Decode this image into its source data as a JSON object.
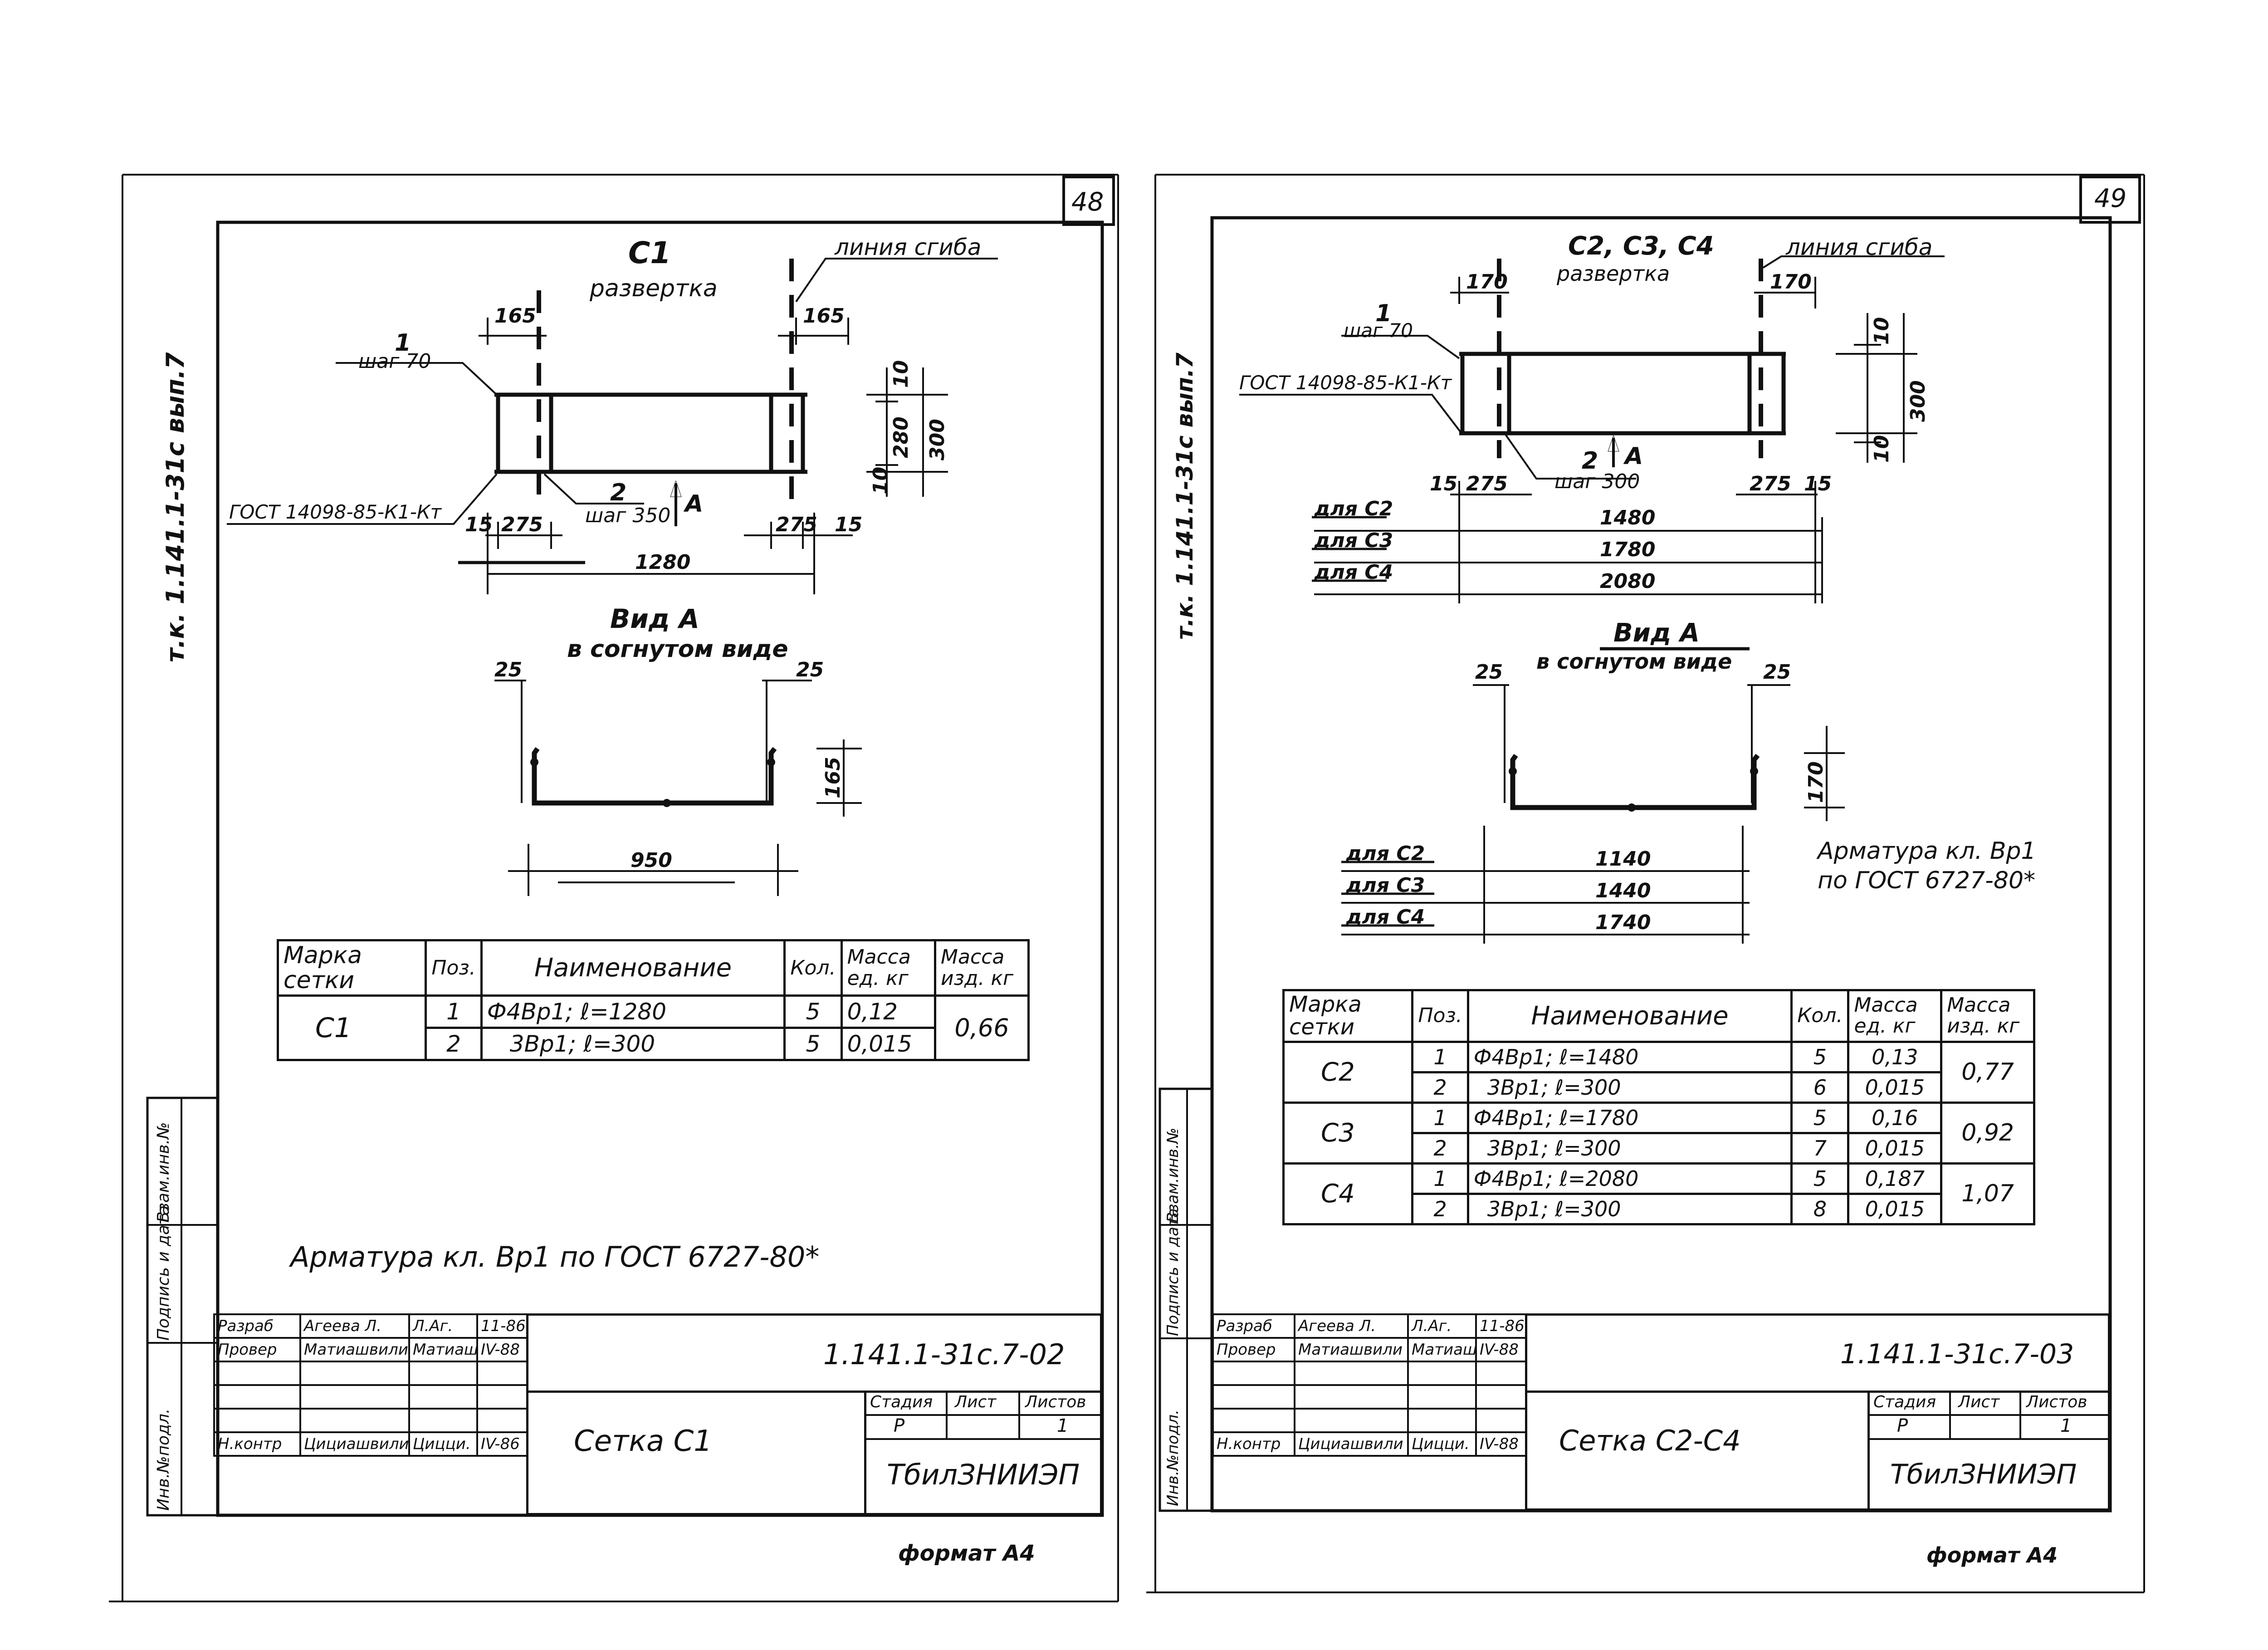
{
  "sheets": [
    {
      "page_no": "48",
      "side_code": "т.к. 1.141.1-31с вып.7",
      "title": "С1",
      "subtitle": "развертка",
      "bend_line": "линия сгиба",
      "pos1": "1",
      "pos1_step": "шаг 70",
      "pos2": "2",
      "pos2_step": "шаг 350",
      "gost_weld": "ГОСТ 14098-85-К1-Кт",
      "arrow_label": "А",
      "dims": {
        "d165a": "165",
        "d165b": "165",
        "d10": "10",
        "d280": "280",
        "d300": "300",
        "d10b": "10",
        "d15a": "15",
        "d275a": "275",
        "d275b": "275",
        "d15b": "15",
        "d1280": "1280"
      },
      "view_title": "Вид А",
      "view_sub": "в согнутом виде",
      "view_dims": {
        "d25a": "25",
        "d25b": "25",
        "d165": "165",
        "d950": "950"
      },
      "spec": {
        "headers": [
          "Марка сетки",
          "Поз.",
          "Наименование",
          "Кол.",
          "Масса ед. кг",
          "Масса изд. кг"
        ],
        "groups": [
          {
            "mark": "С1",
            "total": "0,66",
            "rows": [
              {
                "pos": "1",
                "name": "Ф4Вр1; ℓ=1280",
                "qty": "5",
                "mass": "0,12"
              },
              {
                "pos": "2",
                "name": "3Вр1; ℓ=300",
                "qty": "5",
                "mass": "0,015"
              }
            ]
          }
        ]
      },
      "note": "Арматура кл. Вр1 по ГОСТ 6727-80*",
      "left_labels": [
        "Инв.№подл.",
        "Подпись и дата",
        "Взам.инв.№"
      ],
      "title_block": {
        "rows": [
          {
            "role": "Разраб",
            "name": "Агеева Л.",
            "sign": "Л.Аг.",
            "date": "11-86"
          },
          {
            "role": "Провер",
            "name": "Матиашвили",
            "sign": "Матиаш.",
            "date": "IV-88"
          },
          {
            "role": "",
            "name": "",
            "sign": "",
            "date": ""
          },
          {
            "role": "",
            "name": "",
            "sign": "",
            "date": ""
          },
          {
            "role": "",
            "name": "",
            "sign": "",
            "date": ""
          },
          {
            "role": "Н.контр",
            "name": "Цициашвили",
            "sign": "Цицци.",
            "date": "IV-86"
          }
        ],
        "code": "1.141.1-31с.7-02",
        "name": "Сетка С1",
        "stage_label": "Стадия",
        "sheet_label": "Лист",
        "sheets_label": "Листов",
        "stage": "Р",
        "sheet": "",
        "sheets": "1",
        "org": "ТбилЗНИИЭП"
      },
      "format": "формат А4"
    },
    {
      "page_no": "49",
      "side_code": "т.к. 1.141.1-31с вып.7",
      "title": "С2, С3, С4",
      "subtitle": "развертка",
      "bend_line": "линия сгиба",
      "pos1": "1",
      "pos1_step": "шаг 70",
      "pos2": "2",
      "pos2_step": "шаг 300",
      "gost_weld": "ГОСТ 14098-85-К1-Кт",
      "arrow_label": "А",
      "dims": {
        "d170a": "170",
        "d170b": "170",
        "d10": "10",
        "d300": "300",
        "d10b": "10",
        "d15a": "15",
        "d275a": "275",
        "d275b": "275",
        "d15b": "15"
      },
      "lengths": [
        {
          "label": "для С2",
          "value": "1480"
        },
        {
          "label": "для С3",
          "value": "1780"
        },
        {
          "label": "для С4",
          "value": "2080"
        }
      ],
      "view_title": "Вид А",
      "view_sub": "в согнутом виде",
      "view_dims": {
        "d25a": "25",
        "d25b": "25",
        "d170": "170"
      },
      "widths": [
        {
          "label": "для С2",
          "value": "1140"
        },
        {
          "label": "для С3",
          "value": "1440"
        },
        {
          "label": "для С4",
          "value": "1740"
        }
      ],
      "note_line1": "Арматура кл. Вр1",
      "note_line2": "по ГОСТ 6727-80*",
      "spec": {
        "headers": [
          "Марка сетки",
          "Поз.",
          "Наименование",
          "Кол.",
          "Масса ед. кг",
          "Масса изд. кг"
        ],
        "groups": [
          {
            "mark": "С2",
            "total": "0,77",
            "rows": [
              {
                "pos": "1",
                "name": "Ф4Вр1; ℓ=1480",
                "qty": "5",
                "mass": "0,13"
              },
              {
                "pos": "2",
                "name": "3Вр1; ℓ=300",
                "qty": "6",
                "mass": "0,015"
              }
            ]
          },
          {
            "mark": "С3",
            "total": "0,92",
            "rows": [
              {
                "pos": "1",
                "name": "Ф4Вр1; ℓ=1780",
                "qty": "5",
                "mass": "0,16"
              },
              {
                "pos": "2",
                "name": "3Вр1; ℓ=300",
                "qty": "7",
                "mass": "0,015"
              }
            ]
          },
          {
            "mark": "С4",
            "total": "1,07",
            "rows": [
              {
                "pos": "1",
                "name": "Ф4Вр1; ℓ=2080",
                "qty": "5",
                "mass": "0,187"
              },
              {
                "pos": "2",
                "name": "3Вр1; ℓ=300",
                "qty": "8",
                "mass": "0,015"
              }
            ]
          }
        ]
      },
      "left_labels": [
        "Инв.№подл.",
        "Подпись и дата",
        "Взам.инв.№"
      ],
      "title_block": {
        "rows": [
          {
            "role": "Разраб",
            "name": "Агеева Л.",
            "sign": "Л.Аг.",
            "date": "11-86"
          },
          {
            "role": "Провер",
            "name": "Матиашвили",
            "sign": "Матиаш.",
            "date": "IV-88"
          },
          {
            "role": "",
            "name": "",
            "sign": "",
            "date": ""
          },
          {
            "role": "",
            "name": "",
            "sign": "",
            "date": ""
          },
          {
            "role": "",
            "name": "",
            "sign": "",
            "date": ""
          },
          {
            "role": "Н.контр",
            "name": "Цициашвили",
            "sign": "Цицци.",
            "date": "IV-88"
          }
        ],
        "code": "1.141.1-31с.7-03",
        "name": "Сетка С2-С4",
        "stage_label": "Стадия",
        "sheet_label": "Лист",
        "sheets_label": "Листов",
        "stage": "Р",
        "sheet": "",
        "sheets": "1",
        "org": "ТбилЗНИИЭП"
      },
      "format": "формат А4"
    }
  ]
}
